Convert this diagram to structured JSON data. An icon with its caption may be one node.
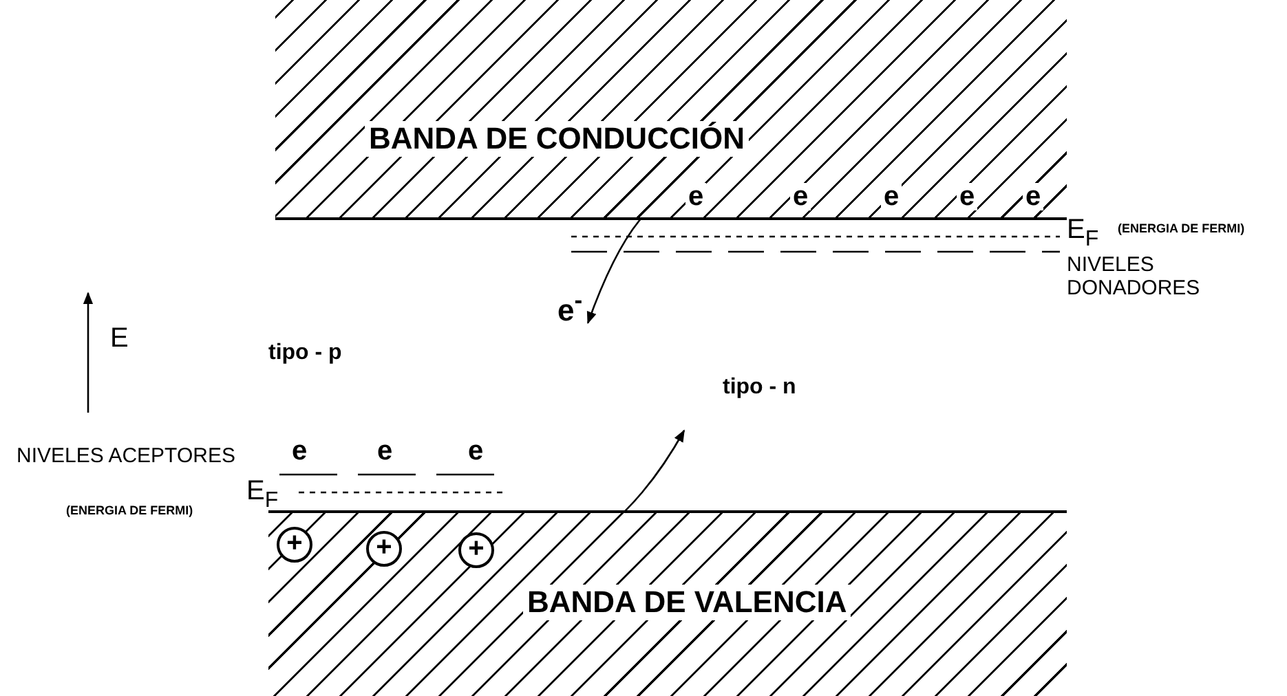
{
  "diagram": {
    "nodes": [
      {
        "text": [
          "BANDA DE CONDUCCIÓN"
        ]
      },
      {
        "text": [
          "BANDA DE VALENCIA"
        ]
      },
      {
        "text": [
          "e"
        ],
        "in": 0
      },
      {
        "text": [
          "e$^{-}$"
        ]
      },
      {
        "text": [
          "+"
        ],
        "in": 1
      },
      {
        "text": [
          "+"
        ],
        "in": 1
      },
      {
        "text": [
          "+"
        ],
        "in": 1
      }
    ],
    "edges": [
      {
        "from": 2,
        "to": 3,
        "arrow": "to"
      },
      {
        "from": 6,
        "to": null,
        "arrow": "to"
      }
    ],
    "labels": [
      "e",
      "e",
      "e",
      "e",
      "E$_{F}$",
      "(ENERGIA DE FERMI)",
      "NIVELES DONADORES",
      "E",
      "tipo - p",
      "tipo - n",
      "NIVELES ACEPTORES",
      "e",
      "e",
      "e",
      "E$_{F}$",
      "(ENERGIA DE FERMI)"
    ]
  }
}
